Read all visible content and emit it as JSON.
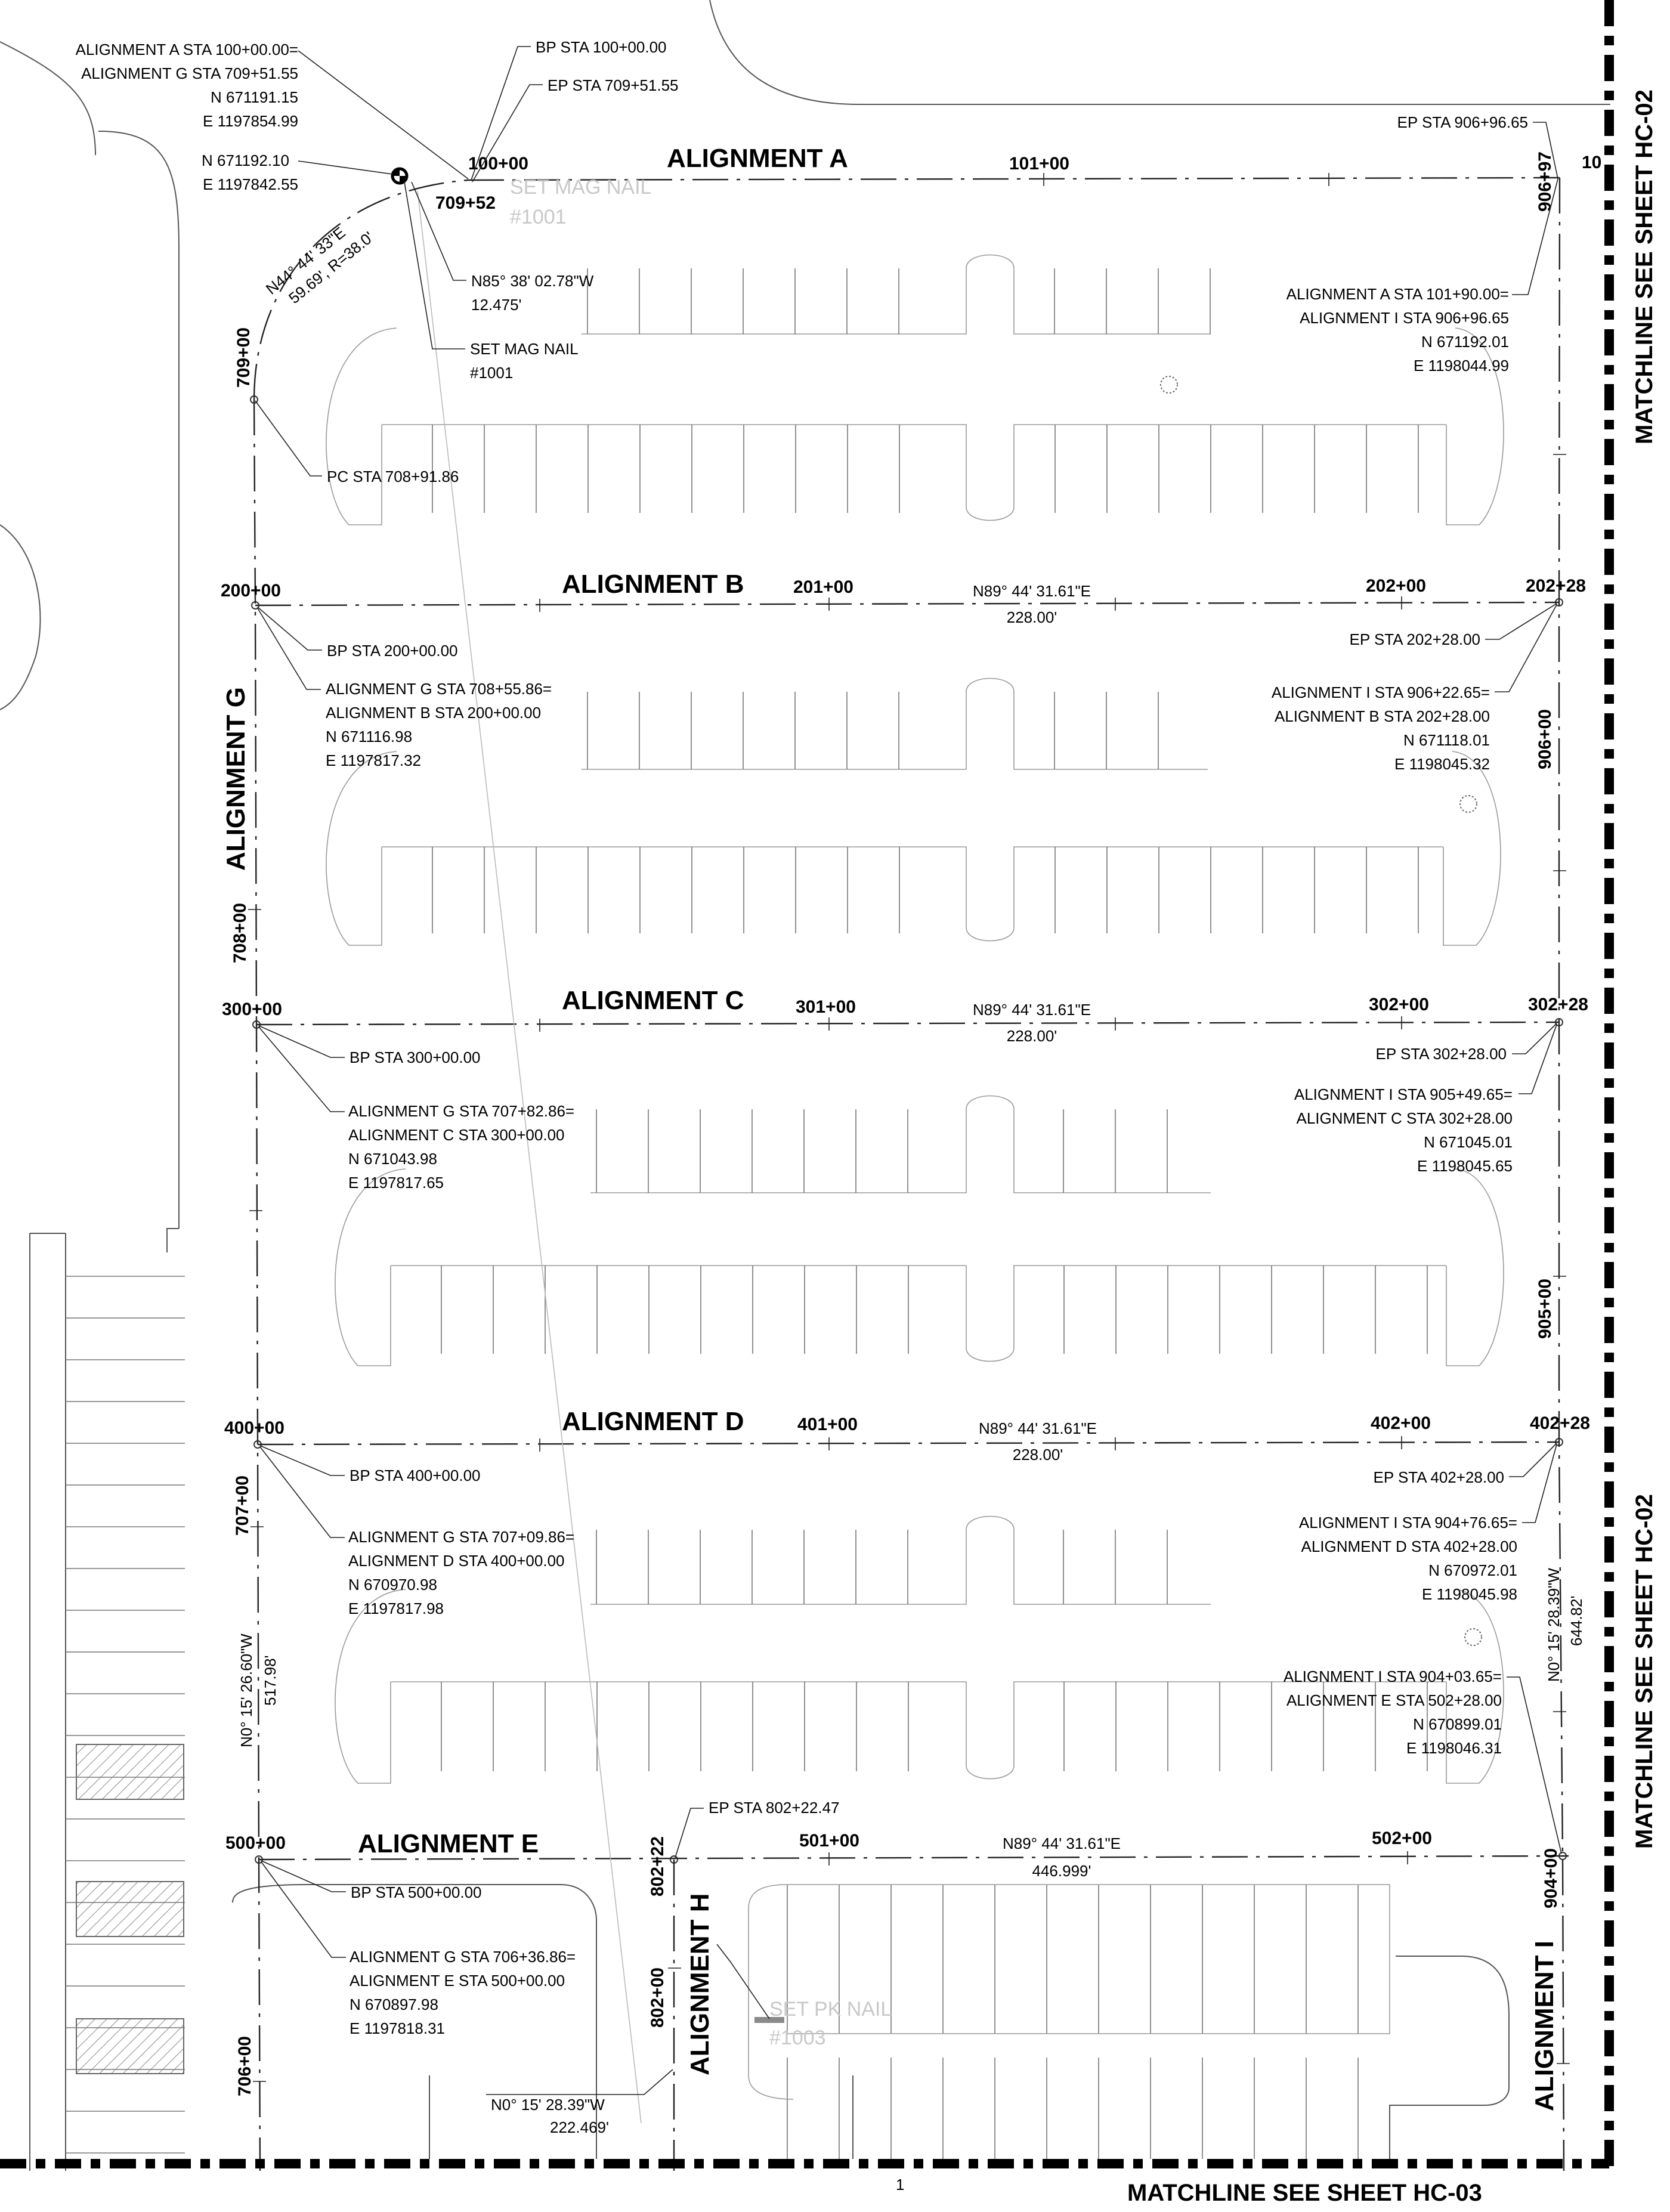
{
  "alignments": {
    "A": "ALIGNMENT A",
    "B": "ALIGNMENT B",
    "C": "ALIGNMENT C",
    "D": "ALIGNMENT D",
    "E": "ALIGNMENT E",
    "G": "ALIGNMENT G",
    "H": "ALIGNMENT H",
    "I": "ALIGNMENT I"
  },
  "matchlines": {
    "right_top": "MATCHLINE SEE SHEET HC-02",
    "right_bottom": "MATCHLINE SEE SHEET HC-02",
    "bottom": "MATCHLINE SEE SHEET HC-03"
  },
  "stations": {
    "a100": "100+00",
    "a101": "101+00",
    "a10x": "10",
    "g70952": "709+52",
    "i90697": "906+97",
    "g70900": "709+00",
    "b200": "200+00",
    "b201": "201+00",
    "b202": "202+00",
    "b20228": "202+28",
    "i90600": "906+00",
    "g70800": "708+00",
    "c300": "300+00",
    "c301": "301+00",
    "c302": "302+00",
    "c30228": "302+28",
    "i90500": "905+00",
    "d400": "400+00",
    "d401": "401+00",
    "d402": "402+00",
    "d40228": "402+28",
    "g70700": "707+00",
    "e500": "500+00",
    "e501": "501+00",
    "e502": "502+00",
    "h80222": "802+22",
    "h80200": "802+00",
    "i90400": "904+00",
    "g70600": "706+00"
  },
  "callouts": {
    "a_start": [
      "ALIGNMENT A STA 100+00.00=",
      "ALIGNMENT G STA 709+51.55",
      "N 671191.15",
      "E 1197854.99"
    ],
    "bp_100": "BP STA 100+00.00",
    "ep_709": "EP STA 709+51.55",
    "ep_906": "EP STA 906+96.65",
    "pt_ne": [
      "N 671192.10",
      "E 1197842.55"
    ],
    "curve": [
      "N44° 44' 33\"E",
      "59.69', R=38.0'"
    ],
    "mag_tie": [
      "N85° 38' 02.78\"W",
      "12.475'"
    ],
    "mag_nail": [
      "SET MAG NAIL",
      "#1001"
    ],
    "mag_nail_ghost": [
      "SET MAG NAIL",
      "#1001"
    ],
    "a_end": [
      "ALIGNMENT A STA 101+90.00=",
      "ALIGNMENT I STA 906+96.65",
      "N 671192.01",
      "E 1198044.99"
    ],
    "pc_708": "PC STA 708+91.86",
    "bp_200": "BP STA 200+00.00",
    "b_start": [
      "ALIGNMENT G STA 708+55.86=",
      "ALIGNMENT B STA 200+00.00",
      "N 671116.98",
      "E 1197817.32"
    ],
    "ep_202": "EP STA 202+28.00",
    "b_end": [
      "ALIGNMENT I STA 906+22.65=",
      "ALIGNMENT B STA 202+28.00",
      "N 671118.01",
      "E 1198045.32"
    ],
    "bp_300": "BP STA 300+00.00",
    "c_start": [
      "ALIGNMENT G STA 707+82.86=",
      "ALIGNMENT C STA 300+00.00",
      "N 671043.98",
      "E 1197817.65"
    ],
    "ep_302": "EP STA 302+28.00",
    "c_end": [
      "ALIGNMENT I STA 905+49.65=",
      "ALIGNMENT C STA 302+28.00",
      "N 671045.01",
      "E 1198045.65"
    ],
    "bp_400": "BP STA 400+00.00",
    "d_start": [
      "ALIGNMENT G STA 707+09.86=",
      "ALIGNMENT D STA 400+00.00",
      "N 670970.98",
      "E 1197817.98"
    ],
    "ep_402": "EP STA 402+28.00",
    "d_end": [
      "ALIGNMENT I STA 904+76.65=",
      "ALIGNMENT D STA 402+28.00",
      "N 670972.01",
      "E 1198045.98"
    ],
    "e_end": [
      "ALIGNMENT I STA 904+03.65=",
      "ALIGNMENT E STA 502+28.00",
      "N 670899.01",
      "E 1198046.31"
    ],
    "ep_802": "EP STA 802+22.47",
    "bp_500": "BP STA 500+00.00",
    "e_start": [
      "ALIGNMENT G STA 706+36.86=",
      "ALIGNMENT E STA 500+00.00",
      "N 670897.98",
      "E 1197818.31"
    ],
    "pk_nail_ghost": [
      "SET PK NAIL",
      "#1003"
    ]
  },
  "bearings": {
    "b": [
      "N89° 44' 31.61\"E",
      "228.00'"
    ],
    "c": [
      "N89° 44' 31.61\"E",
      "228.00'"
    ],
    "d": [
      "N89° 44' 31.61\"E",
      "228.00'"
    ],
    "e": [
      "N89° 44' 31.61\"E",
      "446.999'"
    ],
    "g": [
      "N0° 15' 26.60\"W",
      "517.98'"
    ],
    "i": [
      "N0° 15' 28.39\"W",
      "644.82'"
    ],
    "h": [
      "N0° 15' 28.39\"W",
      "222.469'"
    ]
  },
  "misc": {
    "tick": "1"
  }
}
